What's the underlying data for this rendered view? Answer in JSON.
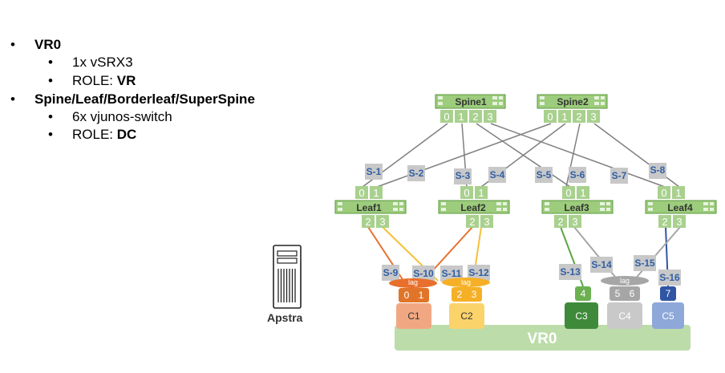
{
  "bullets": {
    "l1": {
      "text": "VR0"
    },
    "l2": {
      "text": "1x vSRX3"
    },
    "l3": {
      "prefix": "ROLE: ",
      "bold": "VR"
    },
    "l4": {
      "text": "Spine/Leaf/Borderleaf/SuperSpine"
    },
    "l5": {
      "text": "6x vjunos-switch"
    },
    "l6": {
      "prefix": "ROLE: ",
      "bold": "DC"
    }
  },
  "apstra": {
    "label": "Apstra"
  },
  "spines": [
    {
      "name": "Spine1",
      "ports": [
        "0",
        "1",
        "2",
        "3"
      ]
    },
    {
      "name": "Spine2",
      "ports": [
        "0",
        "1",
        "2",
        "3"
      ]
    }
  ],
  "leaves": [
    {
      "name": "Leaf1",
      "up_ports": [
        "0",
        "1"
      ],
      "down_ports": [
        "2",
        "3"
      ]
    },
    {
      "name": "Leaf2",
      "up_ports": [
        "0",
        "1"
      ],
      "down_ports": [
        "2",
        "3"
      ]
    },
    {
      "name": "Leaf3",
      "up_ports": [
        "0",
        "1"
      ],
      "down_ports": [
        "2",
        "3"
      ]
    },
    {
      "name": "Leaf4",
      "up_ports": [
        "0",
        "1"
      ],
      "down_ports": [
        "2",
        "3"
      ]
    }
  ],
  "links": {
    "s1": "S-1",
    "s2": "S-2",
    "s3": "S-3",
    "s4": "S-4",
    "s5": "S-5",
    "s6": "S-6",
    "s7": "S-7",
    "s8": "S-8",
    "s9": "S-9",
    "s10": "S-10",
    "s11": "S-11",
    "s12": "S-12",
    "s13": "S-13",
    "s14": "S-14",
    "s15": "S-15",
    "s16": "S-16"
  },
  "lag_label": "lag",
  "clients": [
    {
      "name": "C1",
      "ports": [
        "0",
        "1"
      ],
      "color": "#f1a882",
      "port_color": "#e0752a"
    },
    {
      "name": "C2",
      "ports": [
        "2",
        "3"
      ],
      "color": "#fbd36b",
      "port_color": "#f5b027"
    },
    {
      "name": "C3",
      "ports": [
        "4"
      ],
      "color": "#3e8a3a",
      "port_color": "#6cb052"
    },
    {
      "name": "C4",
      "ports": [
        "5",
        "6"
      ],
      "color": "#c9c9c9",
      "port_color": "#a6a6a6"
    },
    {
      "name": "C5",
      "ports": [
        "7"
      ],
      "color": "#8ea8da",
      "port_color": "#2f55a4"
    }
  ],
  "vr0": {
    "label": "VR0",
    "color": "#bcdcaa"
  },
  "colors": {
    "switch_green": "#9ccc7c",
    "switch_border": "#5e9a3e",
    "port_green": "#a9d18e",
    "link_label_bg": "#c8c8c8",
    "link_label_text": "#2f5fa5",
    "orange": "#e86f2c",
    "yellow": "#f5c038",
    "green_link": "#5ea543",
    "gray_link": "#a6a6a6",
    "blue_link": "#2f55a4",
    "fabric_line": "#7f7f7f"
  }
}
